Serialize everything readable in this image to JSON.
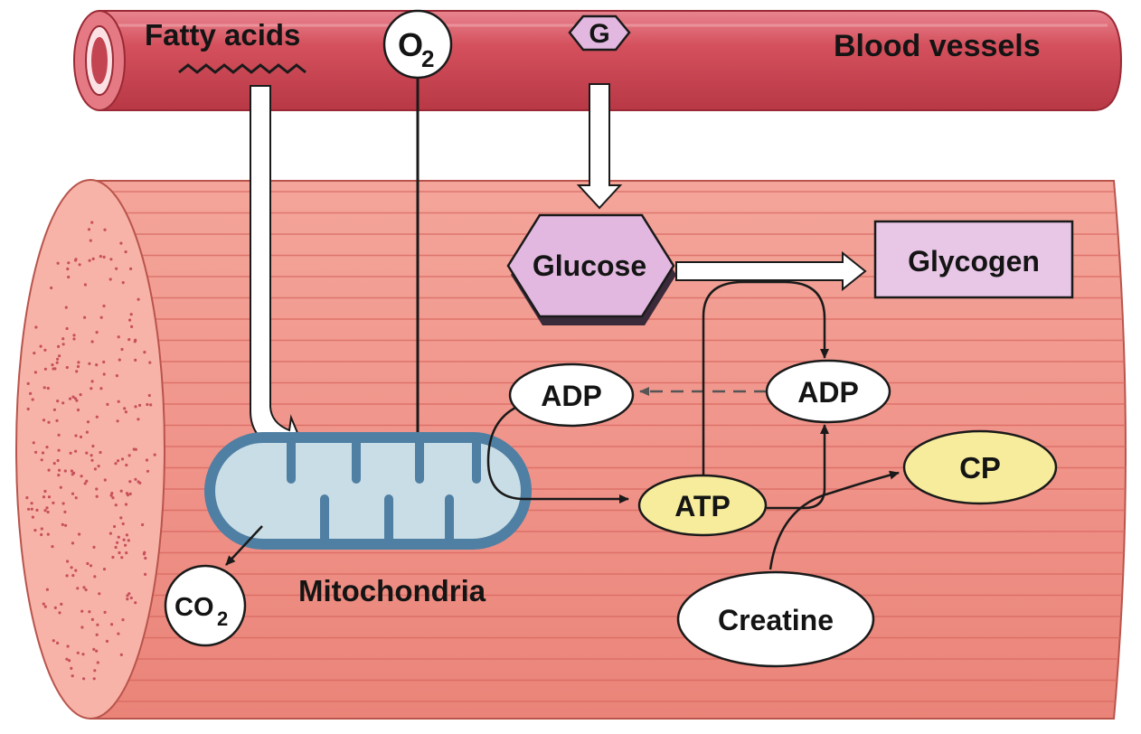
{
  "labels": {
    "fatty_acids": "Fatty acids",
    "blood_vessels": "Blood vessels",
    "o2_main": "O",
    "o2_sub": "2",
    "g": "G",
    "glucose": "Glucose",
    "glycogen": "Glycogen",
    "adp_left": "ADP",
    "adp_right": "ADP",
    "atp": "ATP",
    "cp": "CP",
    "creatine": "Creatine",
    "mitochondria": "Mitochondria",
    "co2_main": "CO",
    "co2_sub": "2"
  },
  "colors": {
    "vessel": "#d4505c",
    "muscle": "#f0948a",
    "muscle_stripe": "#d8675f",
    "muscle_end": "#f7b3a8",
    "mitochondria_fill": "#c9dde6",
    "mitochondria_edge": "#4f7fa3",
    "glucose_fill": "#e2b8e0",
    "atp_fill": "#f6ec9c",
    "cp_fill": "#f6ec9c"
  }
}
